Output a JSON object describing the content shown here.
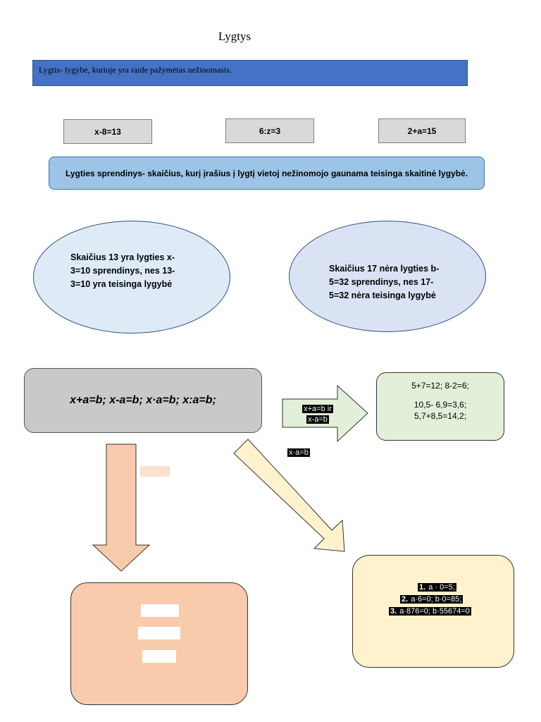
{
  "title": "Lygtys",
  "definition": "Lygtis- lygybė, kurioje yra raide pažymėtas nežinomasis.",
  "equations": [
    "x-8=13",
    "6:z=3",
    "2+a=15"
  ],
  "solution_definition": "Lygties sprendinys- skaičius, kurį įrašius į lygtį vietoj nežinomojo gaunama teisinga skaitinė lygybė.",
  "ellipse_left": [
    "Skaičius 13 yra lygties x-",
    "3=10 sprendinys, nes 13-",
    "3=10 yra teisinga lygybė"
  ],
  "ellipse_right": [
    "Skaičius 17 nėra lygties b-",
    "5=32 sprendinys, nes 17-",
    "5=32 nėra teisinga lygybė"
  ],
  "formulas": "x+a=b; x-a=b; x·a=b; x:a=b;",
  "arrow_right_label": [
    "x+a=b  ir",
    "x-a=b"
  ],
  "multiplication_label": "x·a=b",
  "green_examples": [
    "5+7=12;   8-2=6;",
    "10,5- 6,9=3,6;",
    "5,7+8,5=14,2;"
  ],
  "zero_rules": [
    {
      "num": "1.",
      "text": "a · 0=5;"
    },
    {
      "num": "2.",
      "text": "a·6=0;  b·0=85;"
    },
    {
      "num": "3.",
      "text": "a·876=0;  b·55674=0"
    }
  ],
  "colors": {
    "definition_fill": "#4472c4",
    "solution_fill": "#9dc3e6",
    "ellipse_left_fill": "#deebf7",
    "ellipse_right_fill": "#dae3f3",
    "formula_fill": "#c9c9c9",
    "green_fill": "#e2efd9",
    "yellow_fill": "#fff2cc",
    "peach_fill": "#f8cbad"
  }
}
